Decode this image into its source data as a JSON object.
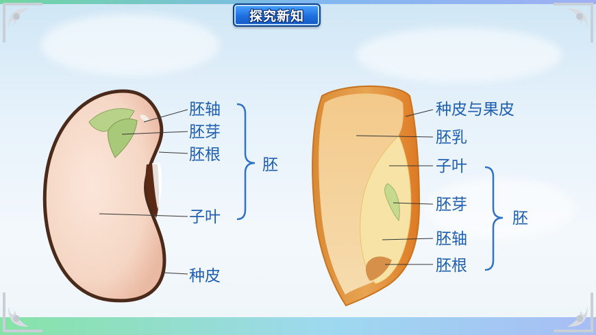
{
  "header": {
    "title": "探究新知"
  },
  "bean_labels": {
    "embryo_axis": "胚轴",
    "plumule": "胚芽",
    "radicle": "胚根",
    "cotyledon": "子叶",
    "seed_coat": "种皮",
    "embryo": "胚"
  },
  "corn_labels": {
    "seed_and_fruit_coat": "种皮与果皮",
    "endosperm": "胚乳",
    "cotyledon": "子叶",
    "plumule": "胚芽",
    "embryo_axis": "胚轴",
    "radicle": "胚根",
    "embryo": "胚"
  },
  "colors": {
    "label_blue": "#1f5fb0",
    "bracket_blue": "#2f72c8",
    "bean_flesh": "#f7d9c8",
    "bean_outline": "#4a2a1a",
    "corn_orange": "#e3892b",
    "corn_yellow": "#f6dc96"
  }
}
